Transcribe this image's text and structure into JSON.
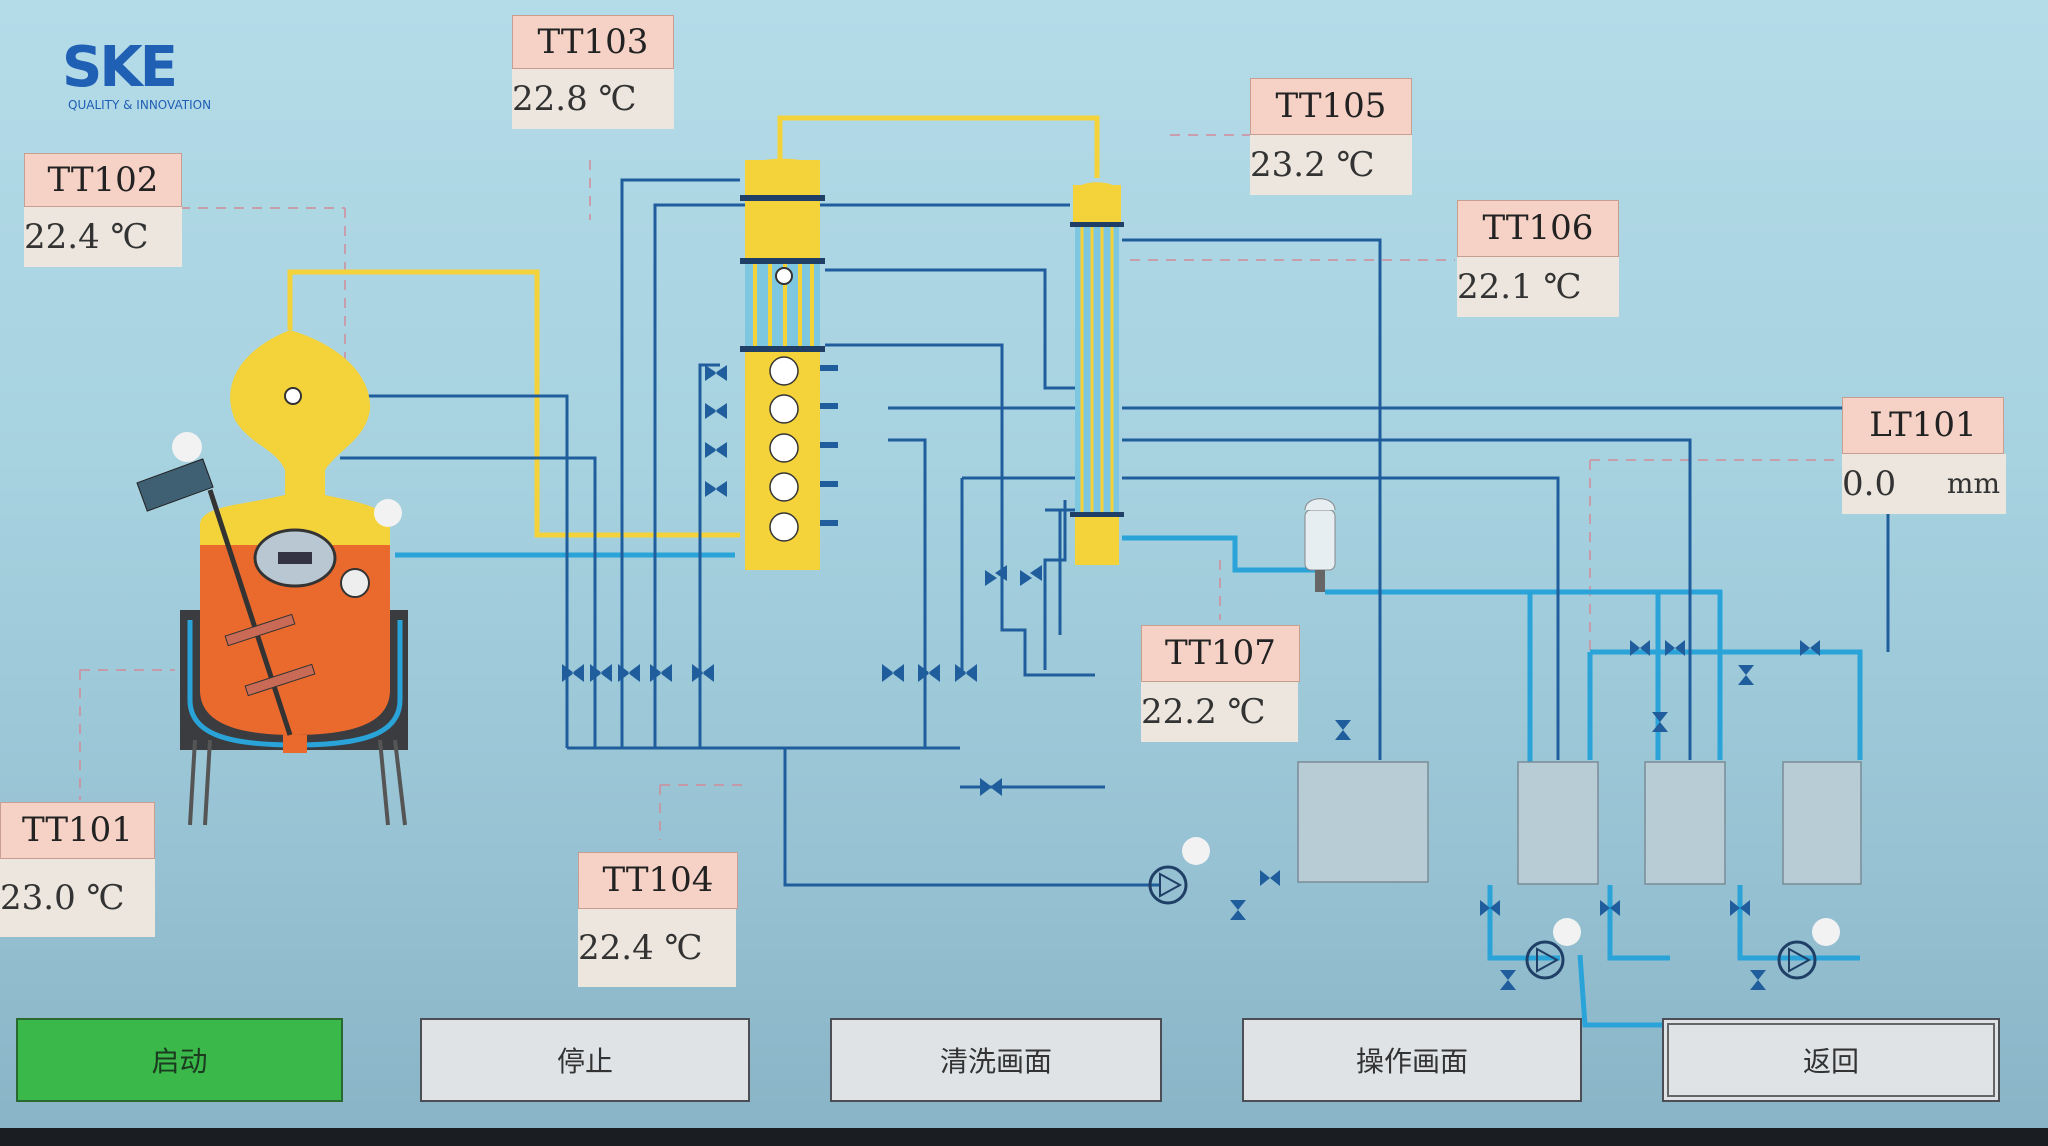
{
  "logo": {
    "text": "SKE",
    "tagline": "QUALITY & INNOVATION"
  },
  "sensors": {
    "tt101": {
      "label": "TT101",
      "value": "23.0",
      "unit": "℃"
    },
    "tt102": {
      "label": "TT102",
      "value": "22.4",
      "unit": "℃"
    },
    "tt103": {
      "label": "TT103",
      "value": "22.8",
      "unit": "℃"
    },
    "tt104": {
      "label": "TT104",
      "value": "22.4",
      "unit": "℃"
    },
    "tt105": {
      "label": "TT105",
      "value": "23.2",
      "unit": "℃"
    },
    "tt106": {
      "label": "TT106",
      "value": "22.1",
      "unit": "℃"
    },
    "tt107": {
      "label": "TT107",
      "value": "22.2",
      "unit": "℃"
    },
    "lt101": {
      "label": "LT101",
      "value": "0.0",
      "unit": "mm"
    }
  },
  "buttons": {
    "start": "启动",
    "stop": "停止",
    "cleaning": "清洗画面",
    "operation": "操作画面",
    "return": "返回"
  },
  "colors": {
    "vessel_yellow": "#f4d33a",
    "liquid_orange": "#ea6a2e",
    "pipe_blue": "#1f5d9c",
    "pipe_cyan": "#2aa3d8",
    "start_green": "#3bb84a"
  }
}
